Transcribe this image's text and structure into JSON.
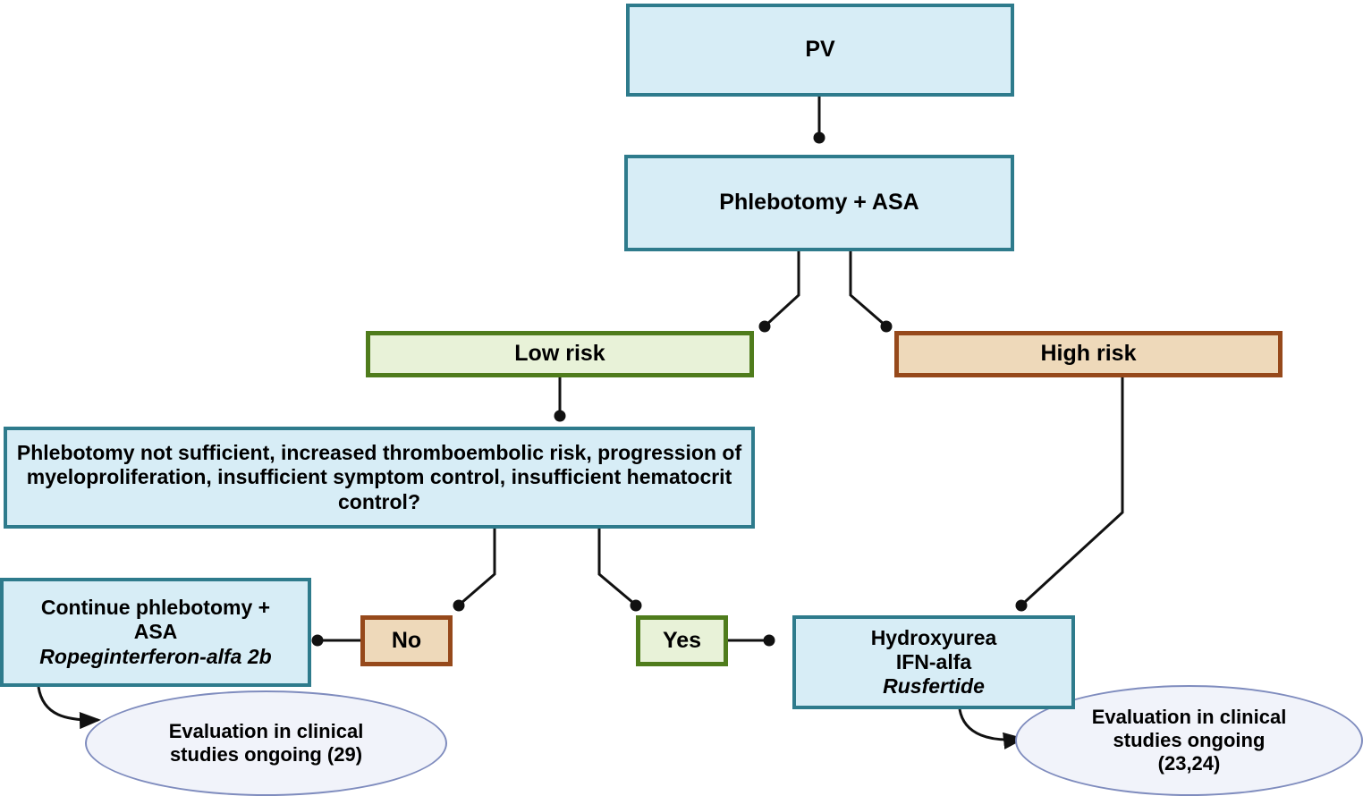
{
  "diagram": {
    "title": "Polycythemia vera (PV) treatment algorithm flowchart",
    "colors": {
      "blue_fill": "#d7edf6",
      "blue_border": "#2e7b8c",
      "green_fill": "#e8f2d8",
      "green_border": "#4f7c1c",
      "tan_fill": "#eed9ba",
      "tan_border": "#96491b",
      "ellipse_fill": "#f1f3fa",
      "ellipse_border": "#7f8cbe",
      "connector": "#1a1a1a",
      "background": "#ffffff"
    },
    "nodes": {
      "pv": "PV",
      "phlebotomy_asa": "Phlebotomy + ASA",
      "low_risk": "Low risk",
      "high_risk": "High risk",
      "decision": "Phlebotomy not sufficient, increased thromboembolic risk, progression of myeloproliferation, insufficient symptom control, insufficient hematocrit control?",
      "no": "No",
      "yes": "Yes",
      "continue_line1": "Continue phlebotomy +",
      "continue_line2": "ASA",
      "continue_line3": "Ropeginterferon-alfa 2b",
      "hydroxy_line1": "Hydroxyurea",
      "hydroxy_line2": "IFN-alfa",
      "hydroxy_line3": "Rusfertide",
      "ellipse_left_line1": "Evaluation in clinical",
      "ellipse_left_line2": "studies ongoing (29)",
      "ellipse_right_line1": "Evaluation in clinical",
      "ellipse_right_line2": "studies ongoing",
      "ellipse_right_line3": "(23,24)"
    },
    "edges": [
      {
        "from": "pv",
        "to": "phlebotomy_asa",
        "style": "straight-dot"
      },
      {
        "from": "phlebotomy_asa",
        "to": "low_risk",
        "style": "elbow-dot"
      },
      {
        "from": "phlebotomy_asa",
        "to": "high_risk",
        "style": "elbow-dot"
      },
      {
        "from": "low_risk",
        "to": "decision",
        "style": "straight-dot"
      },
      {
        "from": "decision",
        "to": "no",
        "style": "elbow-dot"
      },
      {
        "from": "decision",
        "to": "yes",
        "style": "elbow-dot"
      },
      {
        "from": "no",
        "to": "continue",
        "style": "straight-dot"
      },
      {
        "from": "yes",
        "to": "hydroxyurea",
        "style": "straight-dot"
      },
      {
        "from": "high_risk",
        "to": "hydroxyurea",
        "style": "elbow-dot"
      },
      {
        "from": "continue",
        "to": "ellipse_left",
        "style": "curved-arrow"
      },
      {
        "from": "hydroxyurea",
        "to": "ellipse_right",
        "style": "curved-arrow"
      }
    ]
  }
}
